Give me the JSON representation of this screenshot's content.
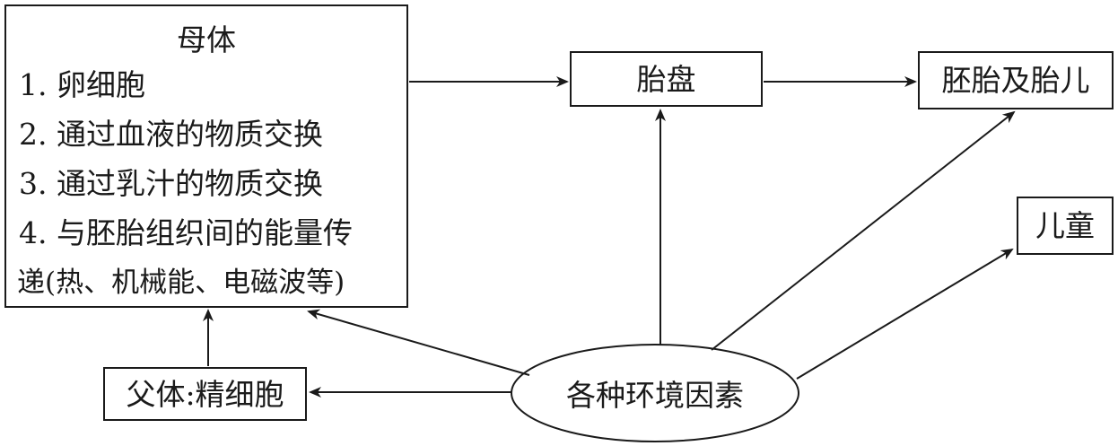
{
  "mother": {
    "title": "母体",
    "items": [
      "1. 卵细胞",
      "2. 通过血液的物质交换",
      "3. 通过乳汁的物质交换",
      "4. 与胚胎组织间的能量传",
      "递(热、机械能、电磁波等)"
    ]
  },
  "placenta": "胎盘",
  "embryo_fetus": "胚胎及胎儿",
  "child": "儿童",
  "father": "父体:精细胞",
  "environment": "各种环境因素",
  "colors": {
    "stroke": "#1a1a1a",
    "background": "#ffffff"
  }
}
